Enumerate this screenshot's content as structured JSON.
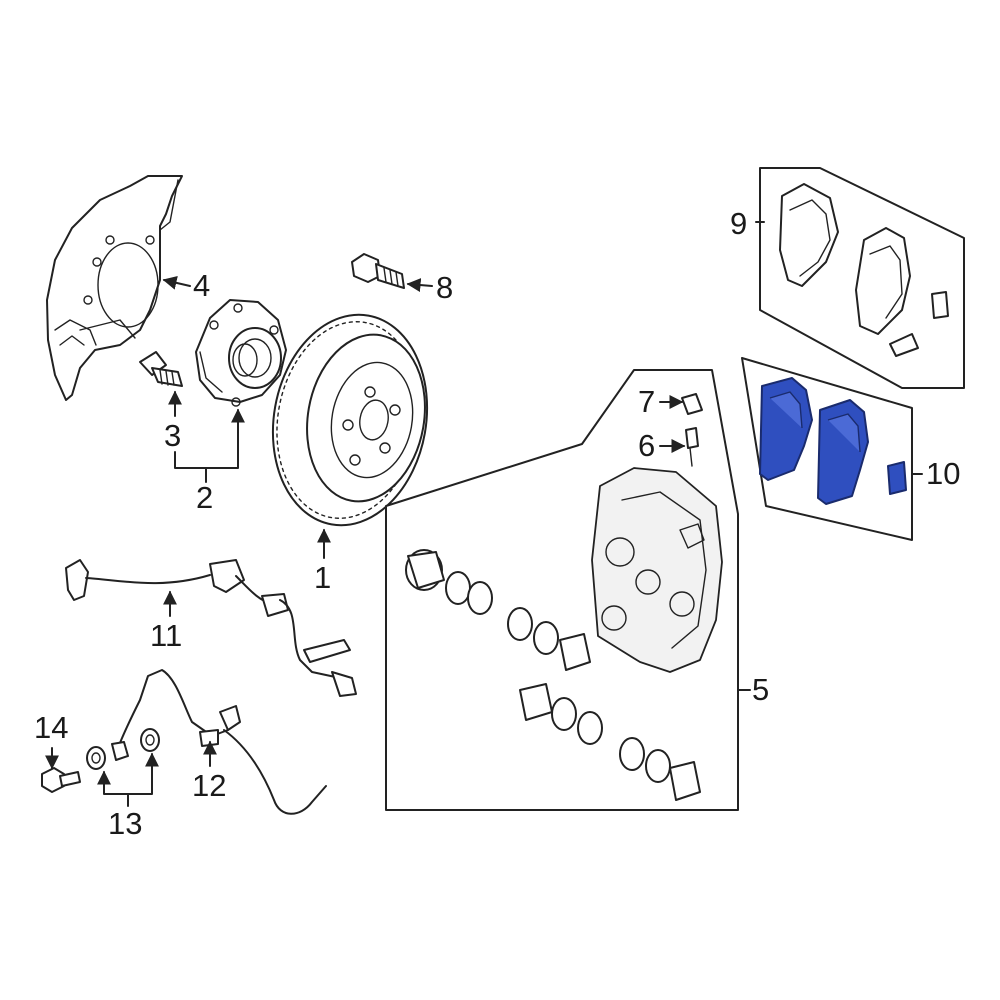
{
  "diagram": {
    "callouts": {
      "c1": "1",
      "c2": "2",
      "c3": "3",
      "c4": "4",
      "c5": "5",
      "c6": "6",
      "c7": "7",
      "c8": "8",
      "c9": "9",
      "c10": "10",
      "c11": "11",
      "c12": "12",
      "c13": "13",
      "c14": "14"
    },
    "colors": {
      "highlight_pad": "#2f4fbf",
      "line": "#222222",
      "background": "#ffffff"
    }
  }
}
